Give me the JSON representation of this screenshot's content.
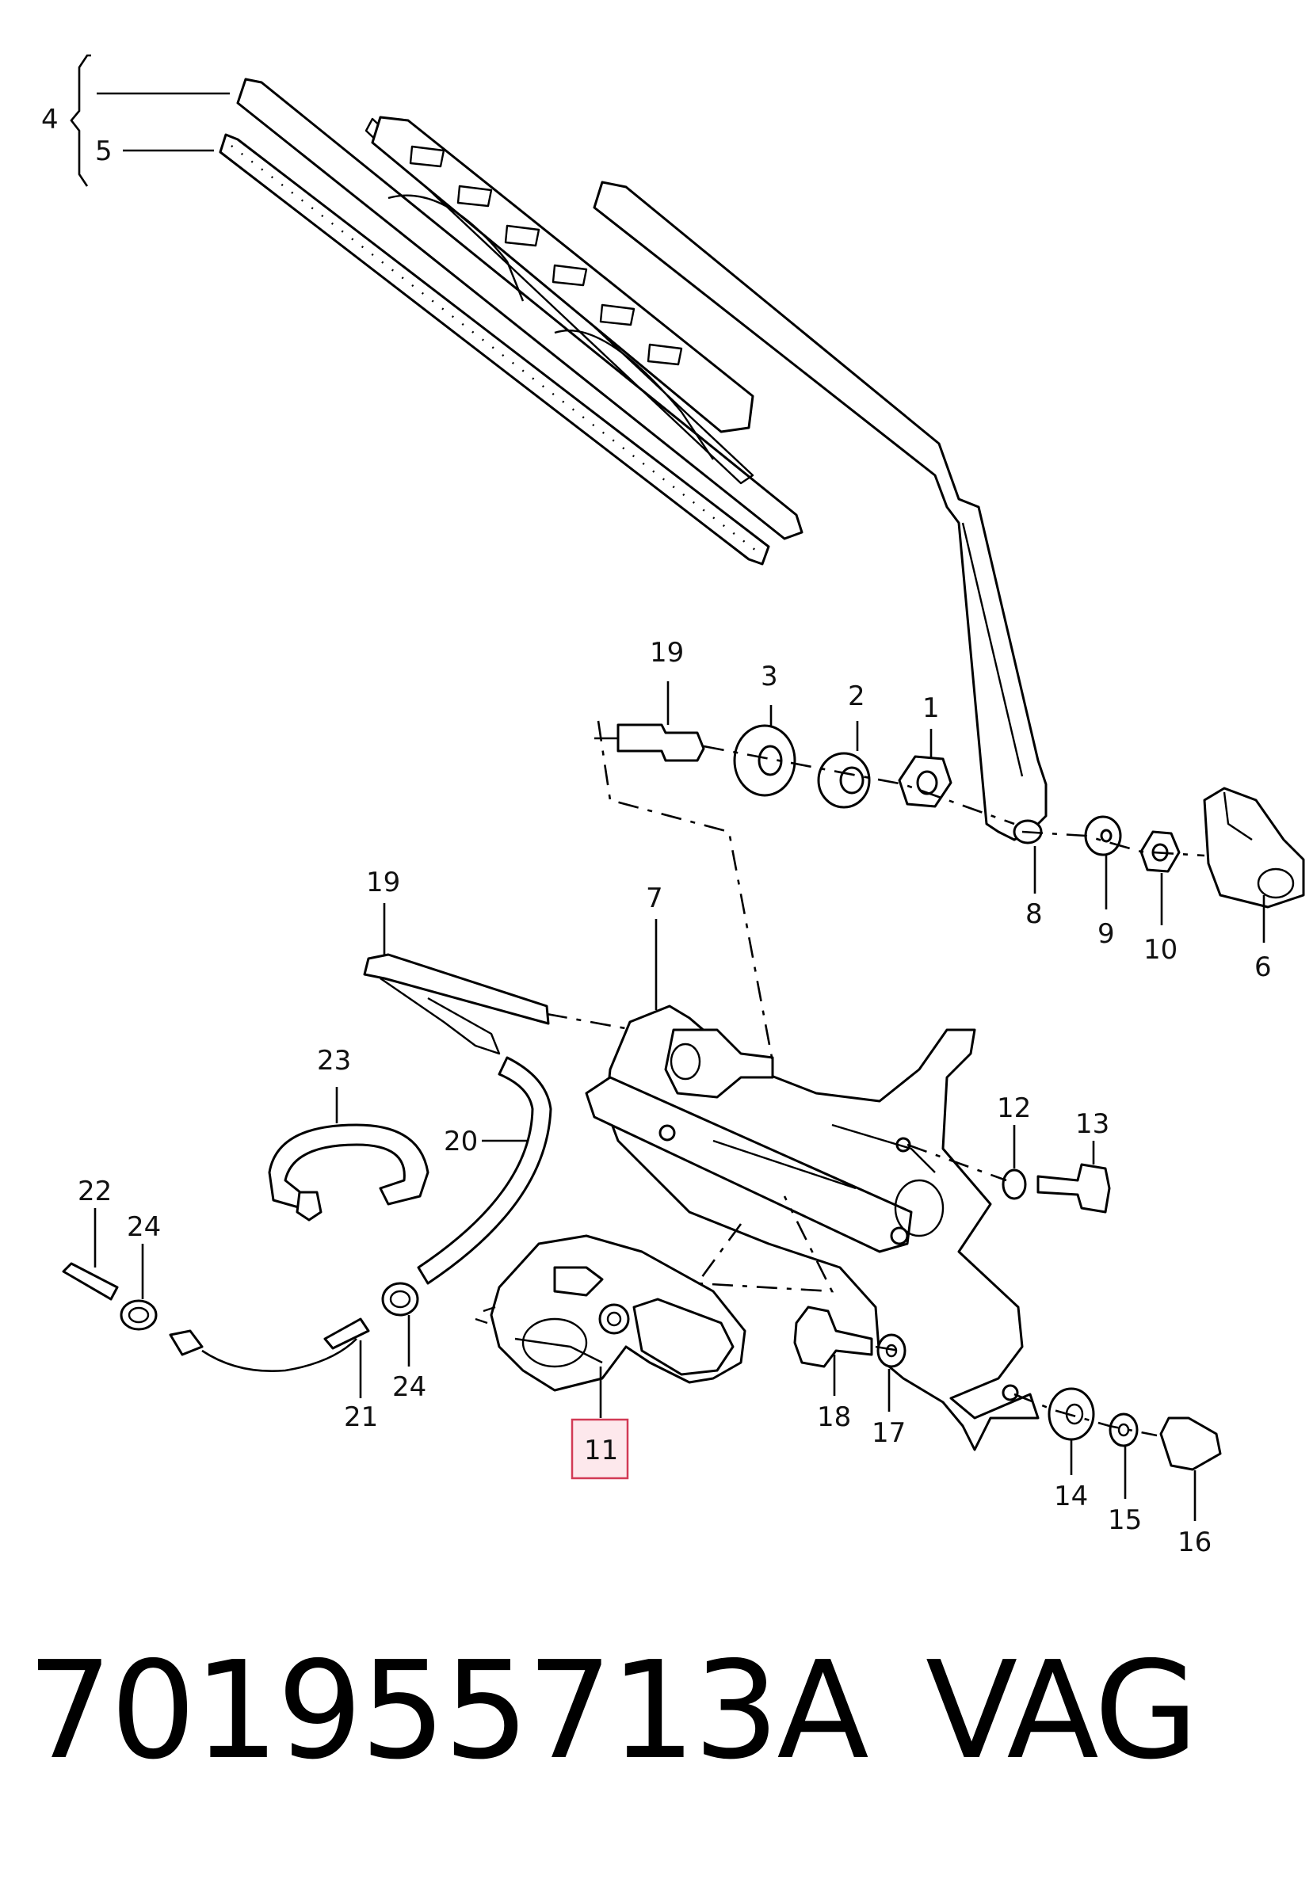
{
  "callouts": {
    "c1": "1",
    "c2": "2",
    "c3": "3",
    "c4": "4",
    "c5": "5",
    "c6": "6",
    "c7": "7",
    "c8": "8",
    "c9": "9",
    "c10": "10",
    "c11": "11",
    "c12": "12",
    "c13": "13",
    "c14": "14",
    "c15": "15",
    "c16": "16",
    "c17": "17",
    "c18": "18",
    "c19a": "19",
    "c19b": "19",
    "c20": "20",
    "c21": "21",
    "c22": "22",
    "c23": "23",
    "c24a": "24",
    "c24b": "24"
  },
  "highlighted_callout": "11",
  "highlight_color": "#d23a55",
  "footer": {
    "part_number": "701955713A",
    "brand": "VAG"
  }
}
